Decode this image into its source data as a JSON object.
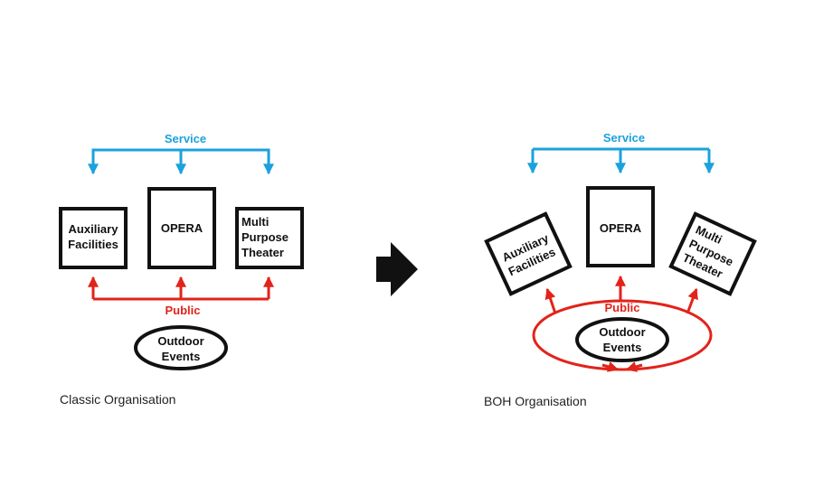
{
  "classic": {
    "service_label": "Service",
    "public_label": "Public",
    "auxiliary": [
      "Auxiliary",
      "Facilities"
    ],
    "opera": "OPERA",
    "multi": [
      "Multi",
      "Purpose",
      "Theater"
    ],
    "outdoor": [
      "Outdoor",
      "Events"
    ],
    "caption": "Classic Organisation"
  },
  "boh": {
    "service_label": "Service",
    "public_label": "Public",
    "auxiliary": [
      "Auxiliary",
      "Facilities"
    ],
    "opera": "OPERA",
    "multi": [
      "Multi",
      "Purpose",
      "Theater"
    ],
    "outdoor": [
      "Outdoor",
      "Events"
    ],
    "caption": "BOH Organisation"
  },
  "colors": {
    "service": "#1ba1dd",
    "public": "#e2231a",
    "outline": "#111111"
  },
  "icons": {
    "transition": "right-arrow-icon"
  }
}
